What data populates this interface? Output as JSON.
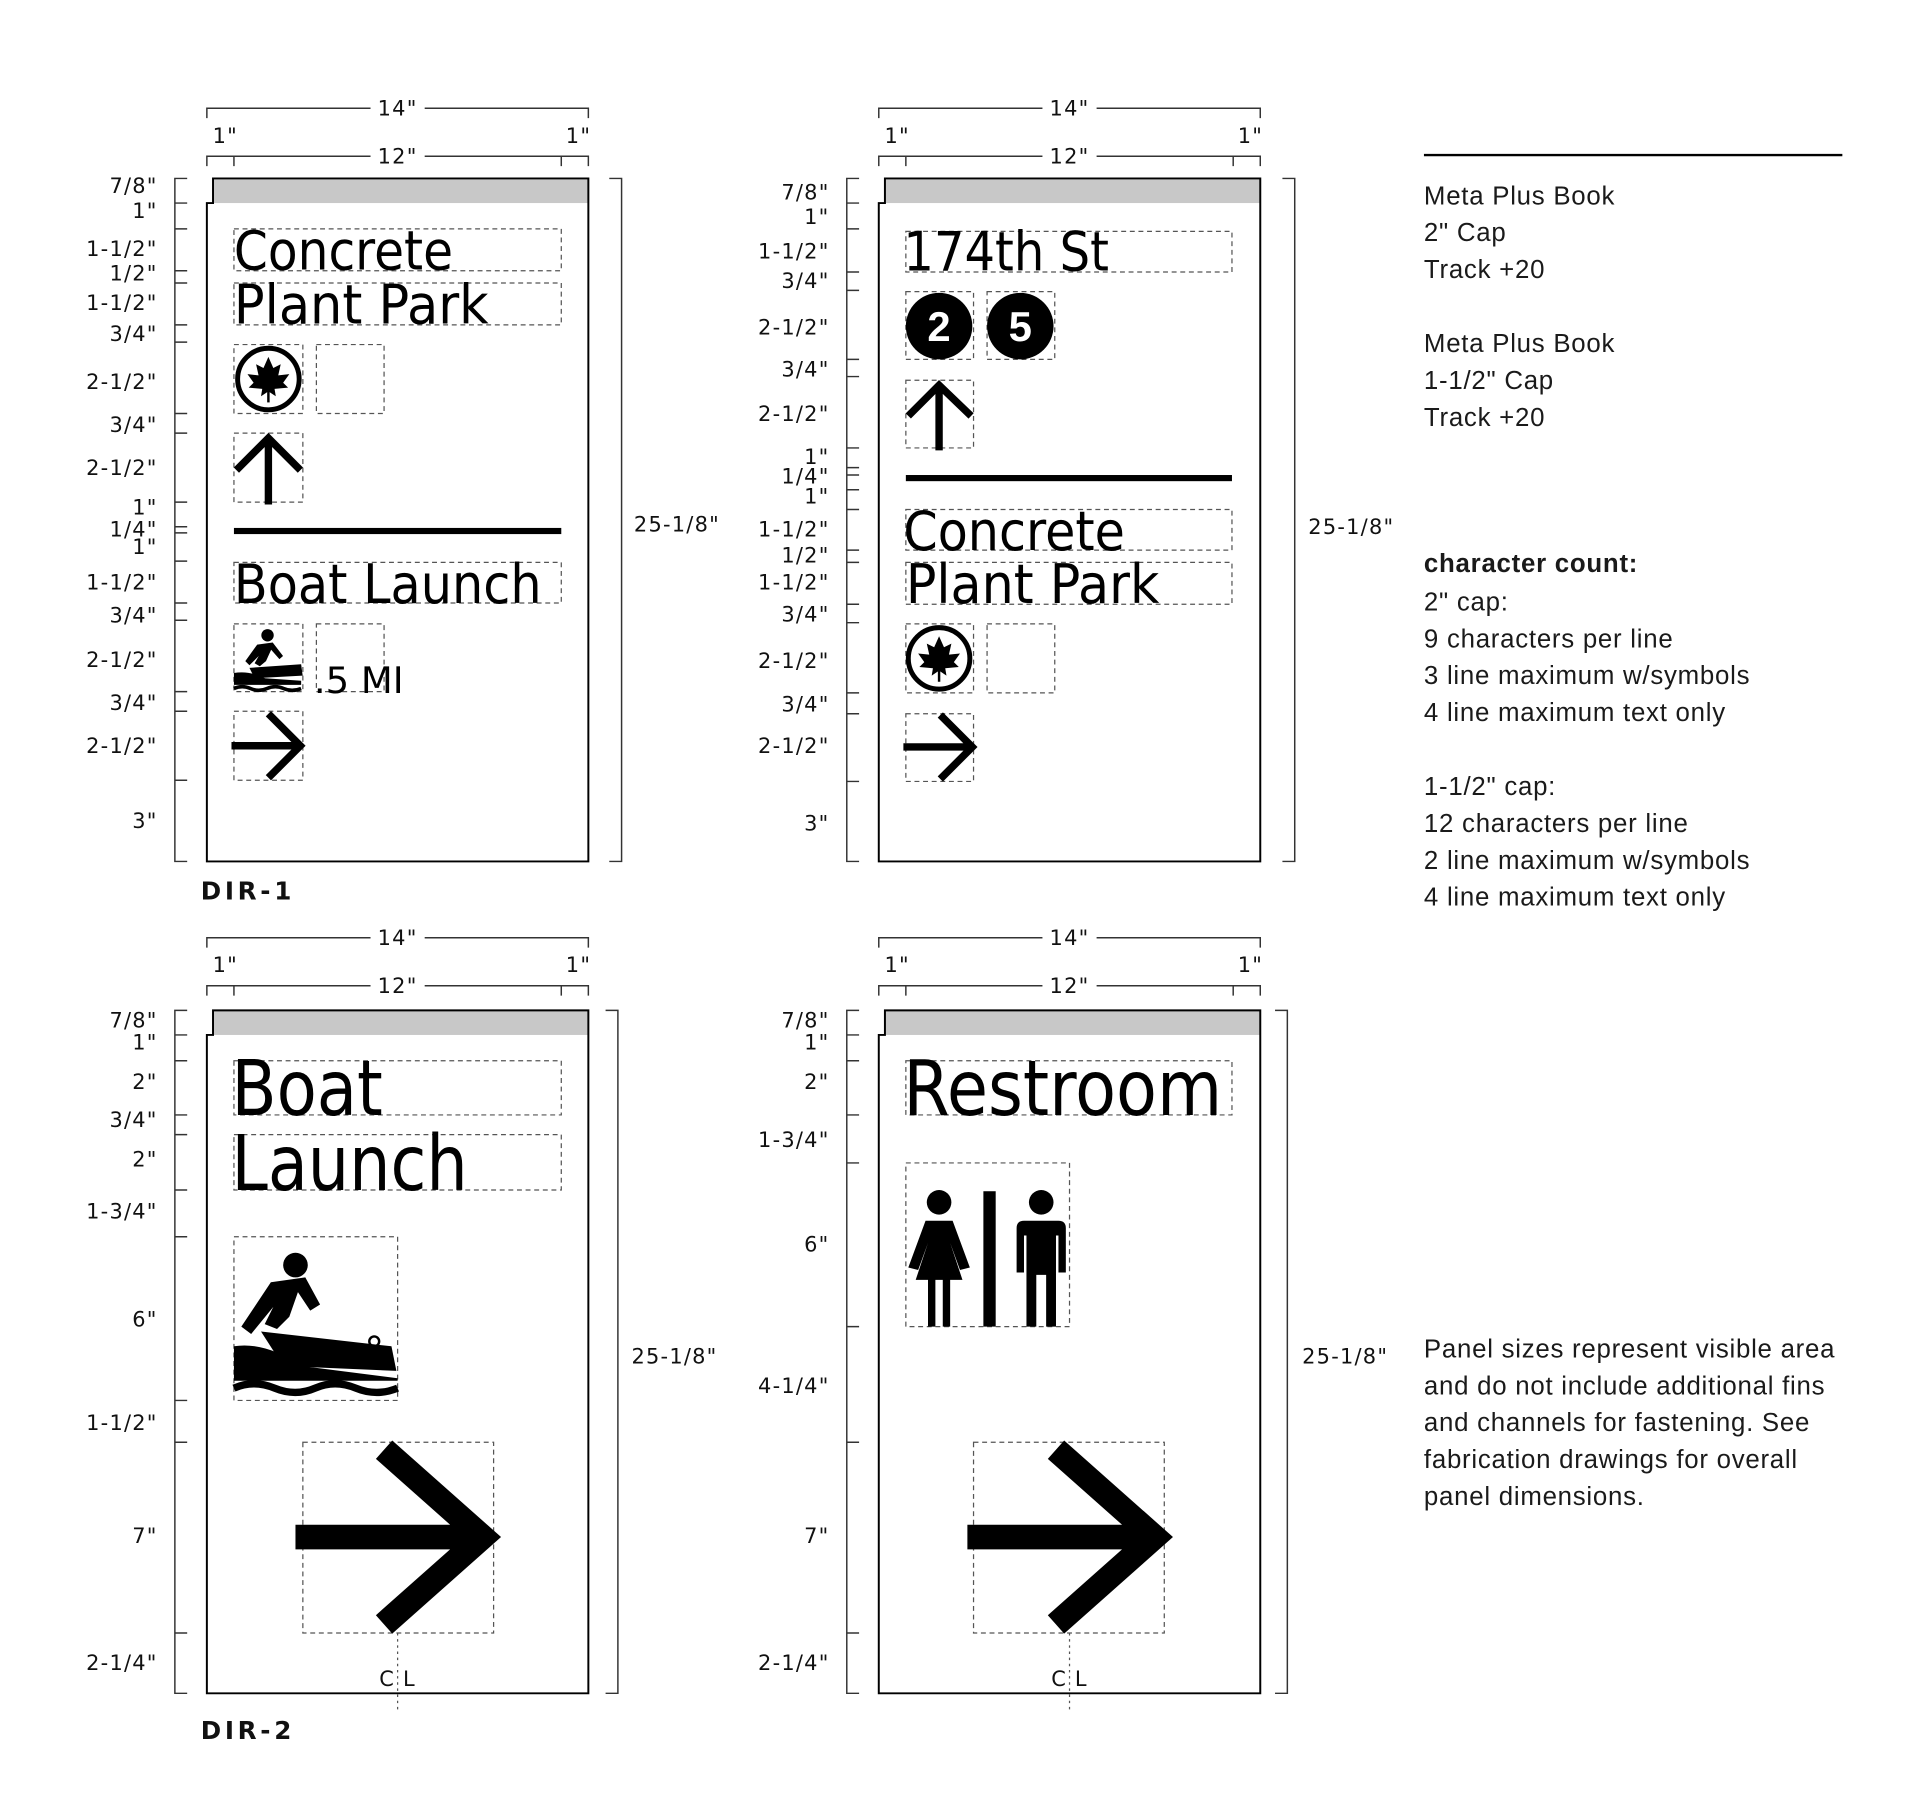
{
  "panels": [
    {
      "code": "DIR-1",
      "dims": {
        "overall": "14\"",
        "margin_left": "1\"",
        "margin_right": "1\"",
        "inner": "12\"",
        "height": "25-1/8\""
      },
      "scale_labels": [
        "7/8\"",
        "1\"",
        "1-1/2\"",
        "1/2\"",
        "1-1/2\"",
        "3/4\"",
        "2-1/2\"",
        "3/4\"",
        "2-1/2\"",
        "1\"",
        "1/4\"",
        "1\"",
        "1-1/2\"",
        "3/4\"",
        "2-1/2\"",
        "3/4\"",
        "2-1/2\"",
        "3\""
      ],
      "lines": [
        "Concrete",
        "Plant Park",
        "Boat Launch"
      ],
      "distance": ".5 MI"
    },
    {
      "dims": {
        "overall": "14\"",
        "margin_left": "1\"",
        "margin_right": "1\"",
        "inner": "12\"",
        "height": "25-1/8\""
      },
      "scale_labels": [
        "7/8\"",
        "1\"",
        "1-1/2\"",
        "3/4\"",
        "2-1/2\"",
        "3/4\"",
        "2-1/2\"",
        "1\"",
        "1/4\"",
        "1\"",
        "1-1/2\"",
        "1/2\"",
        "1-1/2\"",
        "3/4\"",
        "2-1/2\"",
        "3/4\"",
        "2-1/2\"",
        "3\""
      ],
      "lines": [
        "174th St",
        "Concrete",
        "Plant Park"
      ],
      "subway_routes": [
        "2",
        "5"
      ]
    },
    {
      "code": "DIR-2",
      "dims": {
        "overall": "14\"",
        "margin_left": "1\"",
        "margin_right": "1\"",
        "inner": "12\"",
        "height": "25-1/8\""
      },
      "scale_labels": [
        "7/8\"",
        "1\"",
        "2\"",
        "3/4\"",
        "2\"",
        "1-3/4\"",
        "6\"",
        "1-1/2\"",
        "7\"",
        "2-1/4\""
      ],
      "lines": [
        "Boat",
        "Launch"
      ],
      "centerline": "C L"
    },
    {
      "dims": {
        "overall": "14\"",
        "margin_left": "1\"",
        "margin_right": "1\"",
        "inner": "12\"",
        "height": "25-1/8\""
      },
      "scale_labels": [
        "7/8\"",
        "1\"",
        "2\"",
        "1-3/4\"",
        "6\"",
        "4-1/4\"",
        "7\"",
        "2-1/4\""
      ],
      "lines": [
        "Restroom"
      ],
      "centerline": "C L"
    }
  ],
  "notes": {
    "typography": [
      "Meta Plus Book",
      "2\" Cap",
      "Track +20",
      "Meta Plus Book",
      "1-1/2\" Cap",
      "Track +20"
    ],
    "character_count_title": "character count:",
    "character_count": [
      "2\" cap:",
      "9 characters per line",
      "3 line maximum w/symbols",
      "4 line maximum text only",
      "1-1/2\" cap:",
      "12 characters per line",
      "2 line maximum w/symbols",
      "4 line maximum text only"
    ],
    "panel_note": [
      "Panel sizes represent visible area",
      "and do not include additional fins",
      "and channels for fastening. See",
      "fabrication drawings for overall",
      "panel dimensions."
    ]
  },
  "colors": {
    "header_band": "#c8c8c8",
    "ink": "#000000"
  }
}
